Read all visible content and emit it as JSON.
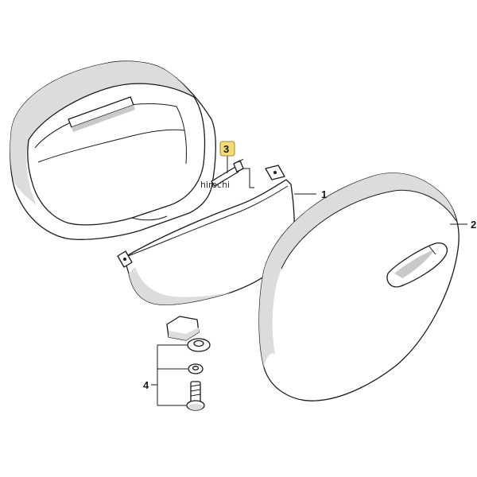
{
  "callouts": {
    "item1": "1",
    "item2": "2",
    "item3": "3",
    "item4": "4"
  },
  "watermark": "hirochi",
  "colors": {
    "line": "#1a1a1a",
    "shade": "#dcdcdc",
    "highlight": "#f2dc7a"
  }
}
